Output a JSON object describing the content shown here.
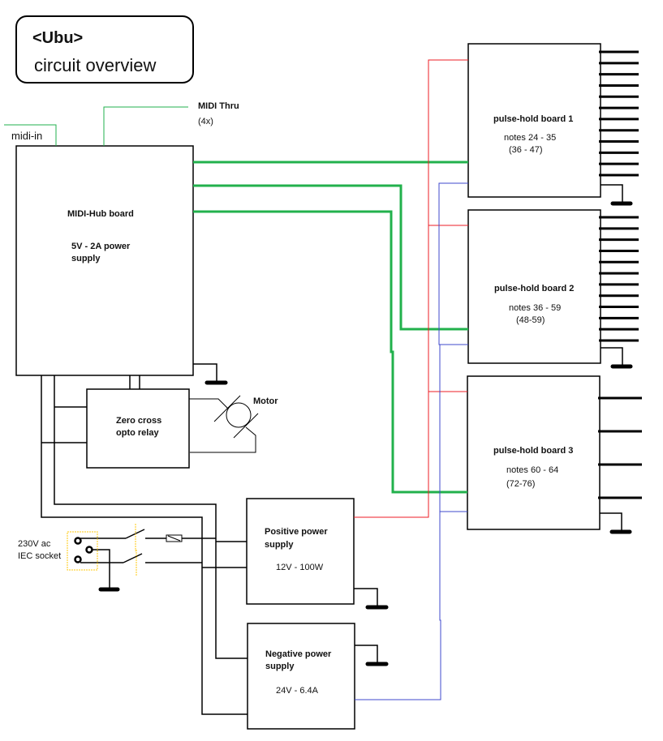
{
  "title": {
    "line1": "<Ubu>",
    "line2": "circuit overview"
  },
  "labels": {
    "midi_in": "midi-in",
    "midi_thru": "MIDI Thru",
    "midi_thru_count": "(4x)",
    "motor": "Motor",
    "mains_line1": "230V ac",
    "mains_line2": "IEC socket"
  },
  "blocks": {
    "midi_hub": {
      "name": "MIDI-Hub board",
      "spec_line1": "5V - 2A power",
      "spec_line2": "supply"
    },
    "zero_cross": {
      "line1": "Zero cross",
      "line2": "opto relay"
    },
    "pos_psu": {
      "line1": "Positive power",
      "line2": "supply",
      "spec": "12V - 100W"
    },
    "neg_psu": {
      "line1": "Negative power",
      "line2": "supply",
      "spec": "24V - 6.4A"
    },
    "pulse_hold": [
      {
        "name": "pulse-hold board 1",
        "notes": "notes 24 - 35",
        "alt": "(36 - 47)",
        "outputs": 12
      },
      {
        "name": "pulse-hold board 2",
        "notes": "notes 36 - 59",
        "alt": "(48-59)",
        "outputs": 12
      },
      {
        "name": "pulse-hold board 3",
        "notes": "notes 60 - 64",
        "alt": "(72-76)",
        "outputs": 4
      }
    ]
  },
  "colors": {
    "midi_wire": "#22b14c",
    "positive_wire": "#ed1c24",
    "negative_wire": "#3f48cc",
    "mains_wire": "#000000",
    "switch_mark": "#ffc90e"
  }
}
